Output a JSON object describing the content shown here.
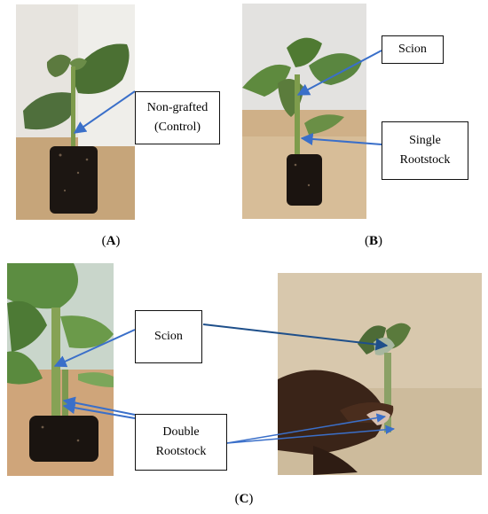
{
  "panels": [
    {
      "id": "A",
      "label_open": "(",
      "label_letter": "A",
      "label_close": ")"
    },
    {
      "id": "B",
      "label_open": "(",
      "label_letter": "B",
      "label_close": ")"
    },
    {
      "id": "C",
      "label_open": "(",
      "label_letter": "C",
      "label_close": ")"
    }
  ],
  "callouts": {
    "non_grafted_line1": "Non-grafted",
    "non_grafted_line2": "(Control)",
    "scion_b": "Scion",
    "single_line1": "Single",
    "single_line2": "Rootstock",
    "scion_c": "Scion",
    "double_line1": "Double",
    "double_line2": "Rootstock"
  },
  "colors": {
    "arrow": "#3a6fc9",
    "arrow_dark": "#1e4f8a",
    "substrate": "#1a1410",
    "leaf": "#4a6e35",
    "cardboard": "#c9a77a"
  }
}
